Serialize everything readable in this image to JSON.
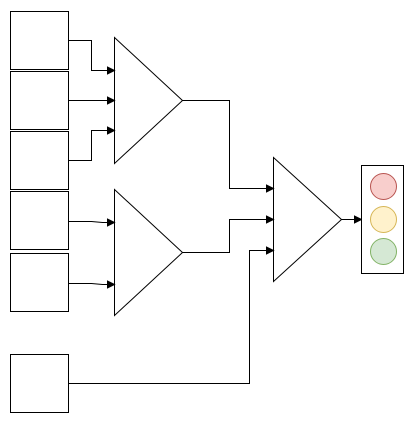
{
  "diagram": {
    "inputs": [
      {
        "id": "input-1"
      },
      {
        "id": "input-2"
      },
      {
        "id": "input-3"
      },
      {
        "id": "input-4"
      },
      {
        "id": "input-5"
      },
      {
        "id": "input-6"
      }
    ],
    "amplifiers": [
      {
        "id": "combiner-top",
        "inputs": [
          "input-1",
          "input-2",
          "input-3"
        ]
      },
      {
        "id": "combiner-bottom",
        "inputs": [
          "input-4",
          "input-5"
        ]
      },
      {
        "id": "combiner-main",
        "inputs": [
          "combiner-top",
          "combiner-bottom",
          "input-6"
        ]
      }
    ],
    "output": {
      "type": "traffic-light",
      "lights": [
        {
          "name": "red",
          "fill": "#f8cecc",
          "stroke": "#b85450"
        },
        {
          "name": "yellow",
          "fill": "#fff2cc",
          "stroke": "#d6b656"
        },
        {
          "name": "green",
          "fill": "#d5e8d4",
          "stroke": "#82b366"
        }
      ]
    }
  }
}
